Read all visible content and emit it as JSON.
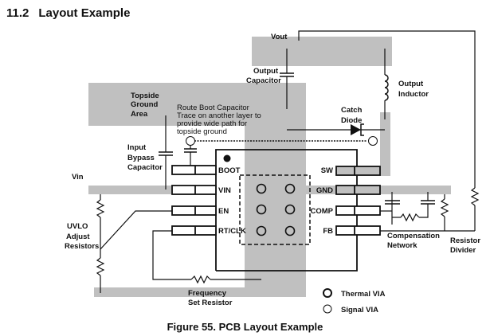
{
  "section": {
    "number": "11.2",
    "title": "Layout Example"
  },
  "caption": "Figure 55.  PCB Layout Example",
  "labels": {
    "vout": "Vout",
    "output_capacitor": [
      "Output",
      "Capacitor"
    ],
    "output_inductor": [
      "Output",
      "Inductor"
    ],
    "topside_ground_area": [
      "Topside",
      "Ground",
      "Area"
    ],
    "route_note": [
      "Route Boot Capacitor",
      "Trace on another layer to",
      "provide wide path for",
      "topside ground"
    ],
    "catch_diode": [
      "Catch",
      "Diode"
    ],
    "input_bypass_capacitor": [
      "Input",
      "Bypass",
      "Capacitor"
    ],
    "vin": "Vin",
    "uvlo_adjust_resistors": [
      "UVLO",
      "Adjust",
      "Resistors"
    ],
    "compensation_network": [
      "Compensation",
      "Network"
    ],
    "resistor_divider": [
      "Resistor",
      "Divider"
    ],
    "frequency_set_resistor": [
      "Frequency",
      "Set Resistor"
    ]
  },
  "ic": {
    "left_pins": [
      "BOOT",
      "VIN",
      "EN",
      "RT/CLK"
    ],
    "right_pins": [
      "SW",
      "GND",
      "COMP",
      "FB"
    ],
    "thermal_via_count": 6
  },
  "legend": [
    {
      "symbol": "thermal-via",
      "label": "Thermal VIA"
    },
    {
      "symbol": "signal-via",
      "label": "Signal VIA"
    }
  ],
  "colors": {
    "copper": "#c0c0c0",
    "line": "#111111"
  }
}
